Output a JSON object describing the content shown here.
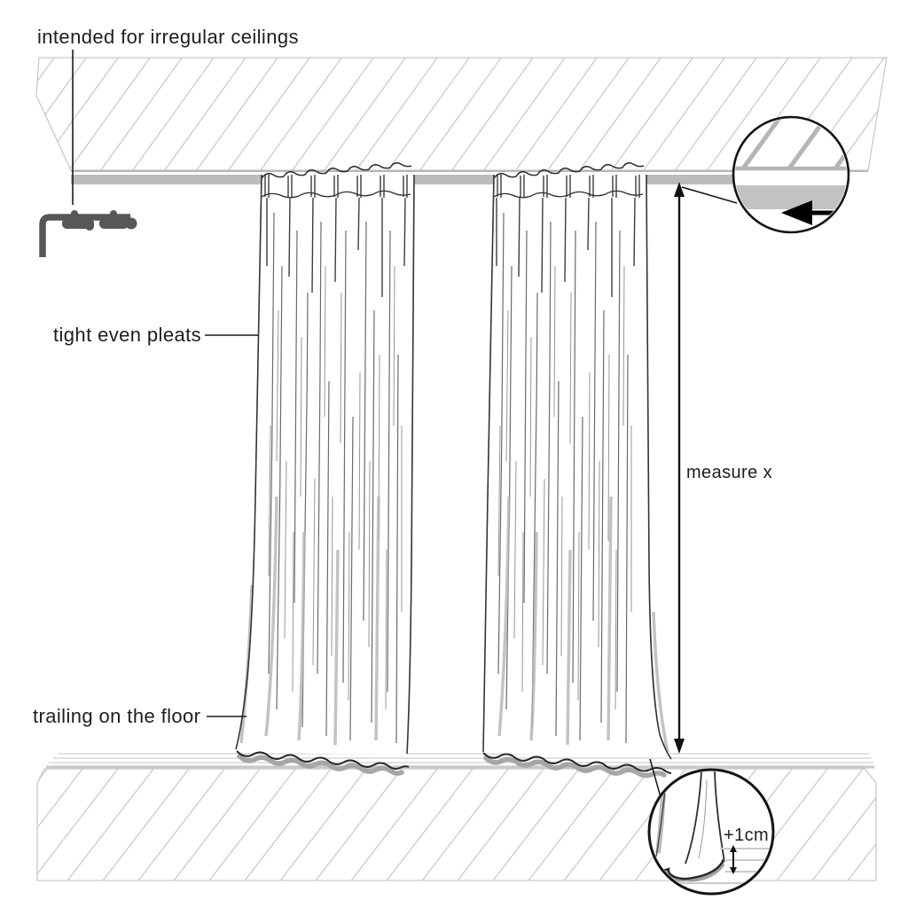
{
  "labels": {
    "irregular_ceilings": "intended for irregular ceilings",
    "tight_even_pleats": "tight even pleats",
    "trailing_on_floor": "trailing on the floor",
    "measure_x": "measure x",
    "hem_allowance": "+1cm"
  },
  "colors": {
    "background": "#ffffff",
    "text": "#1e1e1e",
    "outline_dark": "#333333",
    "track_gray": "#bcbcbc",
    "hatch_gray": "#cbcbcb",
    "magnified_hatch_gray": "#b5b5b5",
    "bracket_dark_gray": "#575757",
    "hem_shadow_gray": "#a3a3a3",
    "arrow_black": "#111111"
  },
  "icons": {
    "track_bracket": "ceiling-track-profile-with-gliders",
    "track_detail_circle": "magnifier-detail-circle",
    "hem_detail_circle": "magnifier-detail-circle",
    "track_arrow": "left-arrow",
    "measure_arrow": "vertical-double-arrow",
    "hem_gap_arrow": "small-vertical-double-arrow"
  }
}
